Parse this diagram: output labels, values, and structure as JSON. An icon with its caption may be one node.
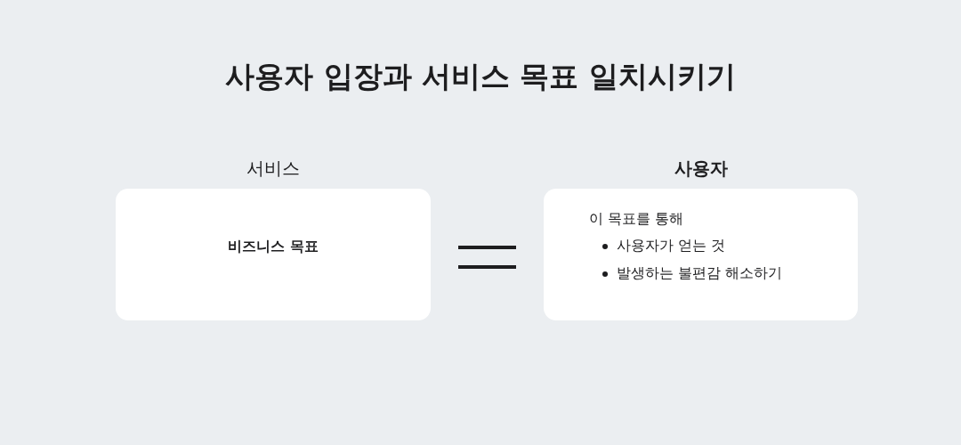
{
  "diagram": {
    "title": "사용자 입장과 서비스 목표 일치시키기",
    "nodes": [
      {
        "text": [
          "서비스",
          "비즈니스 목표"
        ]
      },
      {
        "text": [
          "사용자",
          "이 목표를 통해",
          "사용자가 얻는 것",
          "발생하는 불편감 해소하기"
        ]
      }
    ]
  }
}
